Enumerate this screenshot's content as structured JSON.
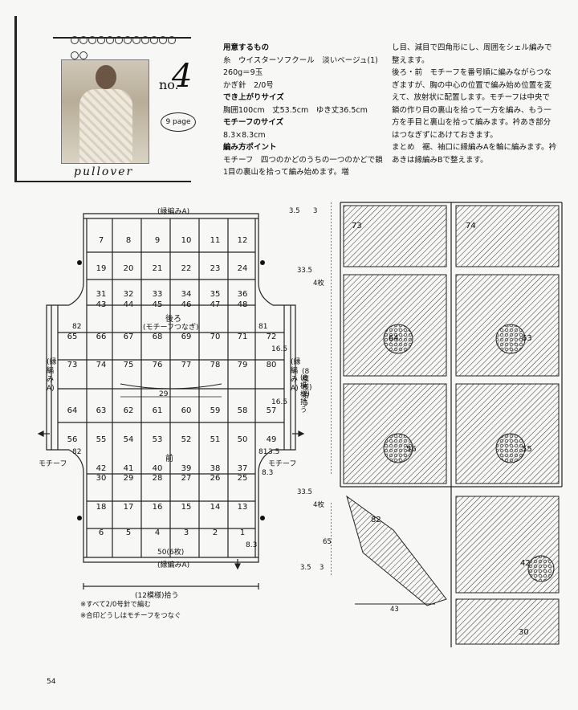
{
  "header": {
    "no_label": "no.",
    "no_num": "4",
    "page_ref": "9 page",
    "subtitle": "pullover",
    "materials_title": "用意するもの",
    "yarn": "糸　ウイスターソフクール　淡いベージュ(1) 260g＝9玉",
    "hook": "かぎ針　2/0号",
    "size_title": "でき上がりサイズ",
    "size_value": "胸囲100cm　丈53.5cm　ゆき丈36.5cm",
    "motif_size_title": "モチーフのサイズ",
    "motif_size_value": "8.3×8.3cm",
    "points_title": "編み方ポイント",
    "point_motif": "モチーフ　四つのかどのうちの一つのかどで鎖1目の裏山を拾って編み始めます。増",
    "col2_p1": "し目、減目で四角形にし、周囲をシェル編みで整えます。",
    "col2_p2": "後ろ・前　モチーフを番号順に編みながらつなぎますが、胸の中心の位置で編み始め位置を変えて、放射状に配置します。モチーフは中央で鎖の作り目の裏山を拾って一方を編み、もう一方を手目と裏山を拾って編みます。衿あき部分はつなぎずにあけておきます。",
    "col2_p3": "まとめ　裾、袖口に縁編みAを輪に編みます。衿あきは縁編みBで整えます。"
  },
  "schematic": {
    "top_edge": "(縁編みA)",
    "bottom_edge": "(縁編みA)",
    "left_edge": "(縁編みA)",
    "right_edge": "(縁編みA)",
    "back_label": "後ろ",
    "back_join": "(モチーフつなぎ)",
    "front_label": "前",
    "motif_label": "モチーフ",
    "dim_29": "29",
    "dim_50": "50(6枚)",
    "dim_83a": "8.3",
    "dim_83b": "8.3",
    "dim_165a": "16.5",
    "dim_165b": "16.5",
    "num82a": "82",
    "num81a": "81",
    "num82b": "82",
    "num81b": "81",
    "width_label": "(12模様)拾う",
    "side_label": "(8模様)拾う",
    "motif_ratio": "3.5",
    "rows": [
      [
        "7",
        "8",
        "9",
        "10",
        "11",
        "12"
      ],
      [
        "19",
        "20",
        "21",
        "22",
        "23",
        "24"
      ],
      [
        "31",
        "32",
        "33",
        "34",
        "35",
        "36"
      ],
      [
        "43",
        "44",
        "45",
        "46",
        "47",
        "48"
      ],
      [
        "65",
        "66",
        "67",
        "68",
        "69",
        "70",
        "71",
        "72"
      ],
      [
        "73",
        "74",
        "75",
        "76",
        "77",
        "78",
        "79",
        "80"
      ],
      [
        "64",
        "63",
        "62",
        "61",
        "60",
        "59",
        "58",
        "57"
      ],
      [
        "56",
        "55",
        "54",
        "53",
        "52",
        "51",
        "50",
        "49"
      ],
      [
        "42",
        "41",
        "40",
        "39",
        "38",
        "37"
      ],
      [
        "30",
        "29",
        "28",
        "27",
        "26",
        "25"
      ],
      [
        "18",
        "17",
        "16",
        "15",
        "14",
        "13"
      ],
      [
        "6",
        "5",
        "4",
        "3",
        "2",
        "1"
      ]
    ]
  },
  "footnotes": [
    "※すべて2/0号針で編む",
    "※合印どうしはモチーフをつなぐ"
  ],
  "page_number": "54",
  "motif_chart": {
    "labels": [
      "73",
      "74",
      "64",
      "63",
      "56",
      "55",
      "82",
      "42",
      "30"
    ],
    "dims": [
      "3.5",
      "3",
      "33.5",
      "4枚",
      "(8模様)拾う",
      "33.5",
      "4枚",
      "3.5",
      "3",
      "65",
      "43"
    ]
  }
}
